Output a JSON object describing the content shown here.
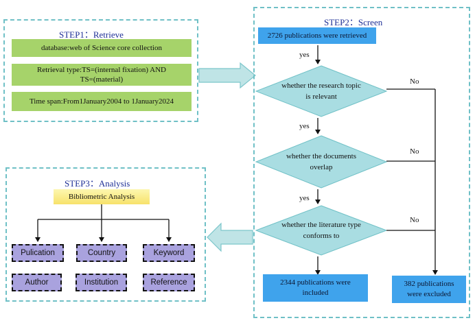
{
  "step1": {
    "title": "STEP1：Retrieve",
    "database": "database:web of Science core collection",
    "retrieval_line1": "Retrieval type:TS=(internal fixation) AND",
    "retrieval_line2": "TS=(material)",
    "time_span": "Time span:From1January2004 to 1January2024"
  },
  "step2": {
    "title": "STEP2：Screen",
    "retrieved": "2726 publications were retrieved",
    "decision1_line1": "whether the research topic",
    "decision1_line2": "is relevant",
    "decision2_line1": "whether the documents",
    "decision2_line2": "overlap",
    "decision3_line1": "whether the literature type",
    "decision3_line2": "conforms to",
    "yes_label": "yes",
    "no_label": "No",
    "included_line1": "2344 publications were",
    "included_line2": "included",
    "excluded_line1": "382 publications",
    "excluded_line2": "were excluded"
  },
  "step3": {
    "title": "STEP3：Analysis",
    "analysis": "Bibliometric Analysis",
    "items": [
      "Pulication",
      "Country",
      "Keyword",
      "Author",
      "Institution",
      "Reference"
    ]
  },
  "colors": {
    "panel_border": "#6fc0c6",
    "green_box": "#a6d36a",
    "blue_box": "#3fa3ec",
    "diamond": "#a9dde2",
    "purple_box": "#a9a2de",
    "arrow_fill": "#bfe4e6",
    "title_text": "#1e2f96"
  }
}
